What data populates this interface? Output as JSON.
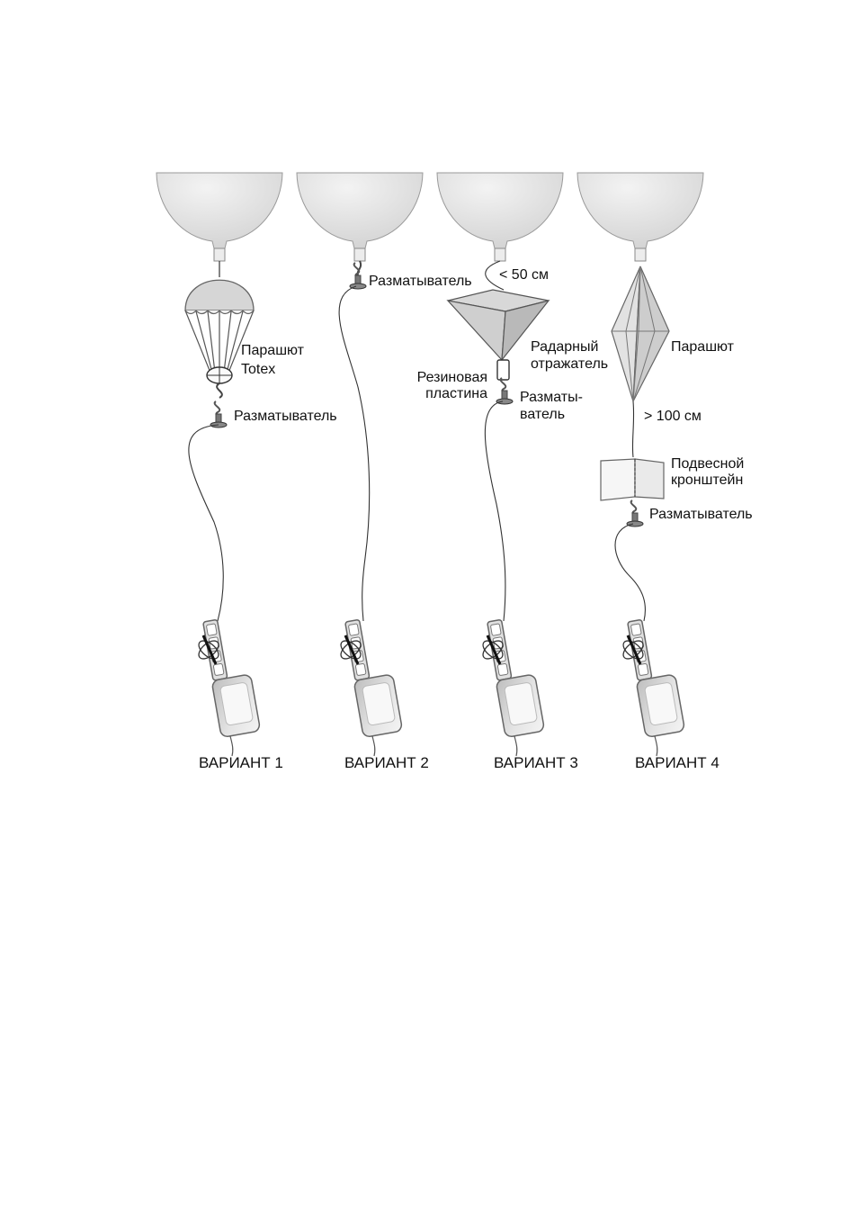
{
  "colors": {
    "balloon_fill": "#e6e6e6",
    "balloon_stroke": "#9a9a9a",
    "line": "#333333",
    "device_fill": "#dcdcdc",
    "label_text": "#111111"
  },
  "variants": [
    {
      "title": "ВАРИАНТ 1",
      "labels": {
        "parachute_line1": "Парашют",
        "parachute_line2": "Totex",
        "unwinder": "Разматыватель"
      }
    },
    {
      "title": "ВАРИАНТ 2",
      "labels": {
        "unwinder": "Разматыватель"
      }
    },
    {
      "title": "ВАРИАНТ 3",
      "labels": {
        "distance": "< 50 см",
        "reflector_line1": "Радарный",
        "reflector_line2": "отражатель",
        "rubber_line1": "Резиновая",
        "rubber_line2": "пластина",
        "unwinder_line1": "Разматы-",
        "unwinder_line2": "ватель"
      }
    },
    {
      "title": "ВАРИАНТ 4",
      "labels": {
        "parachute": "Парашют",
        "distance": "> 100 см",
        "bracket_line1": "Подвесной",
        "bracket_line2": "кронштейн",
        "unwinder": "Разматыватель"
      }
    }
  ]
}
